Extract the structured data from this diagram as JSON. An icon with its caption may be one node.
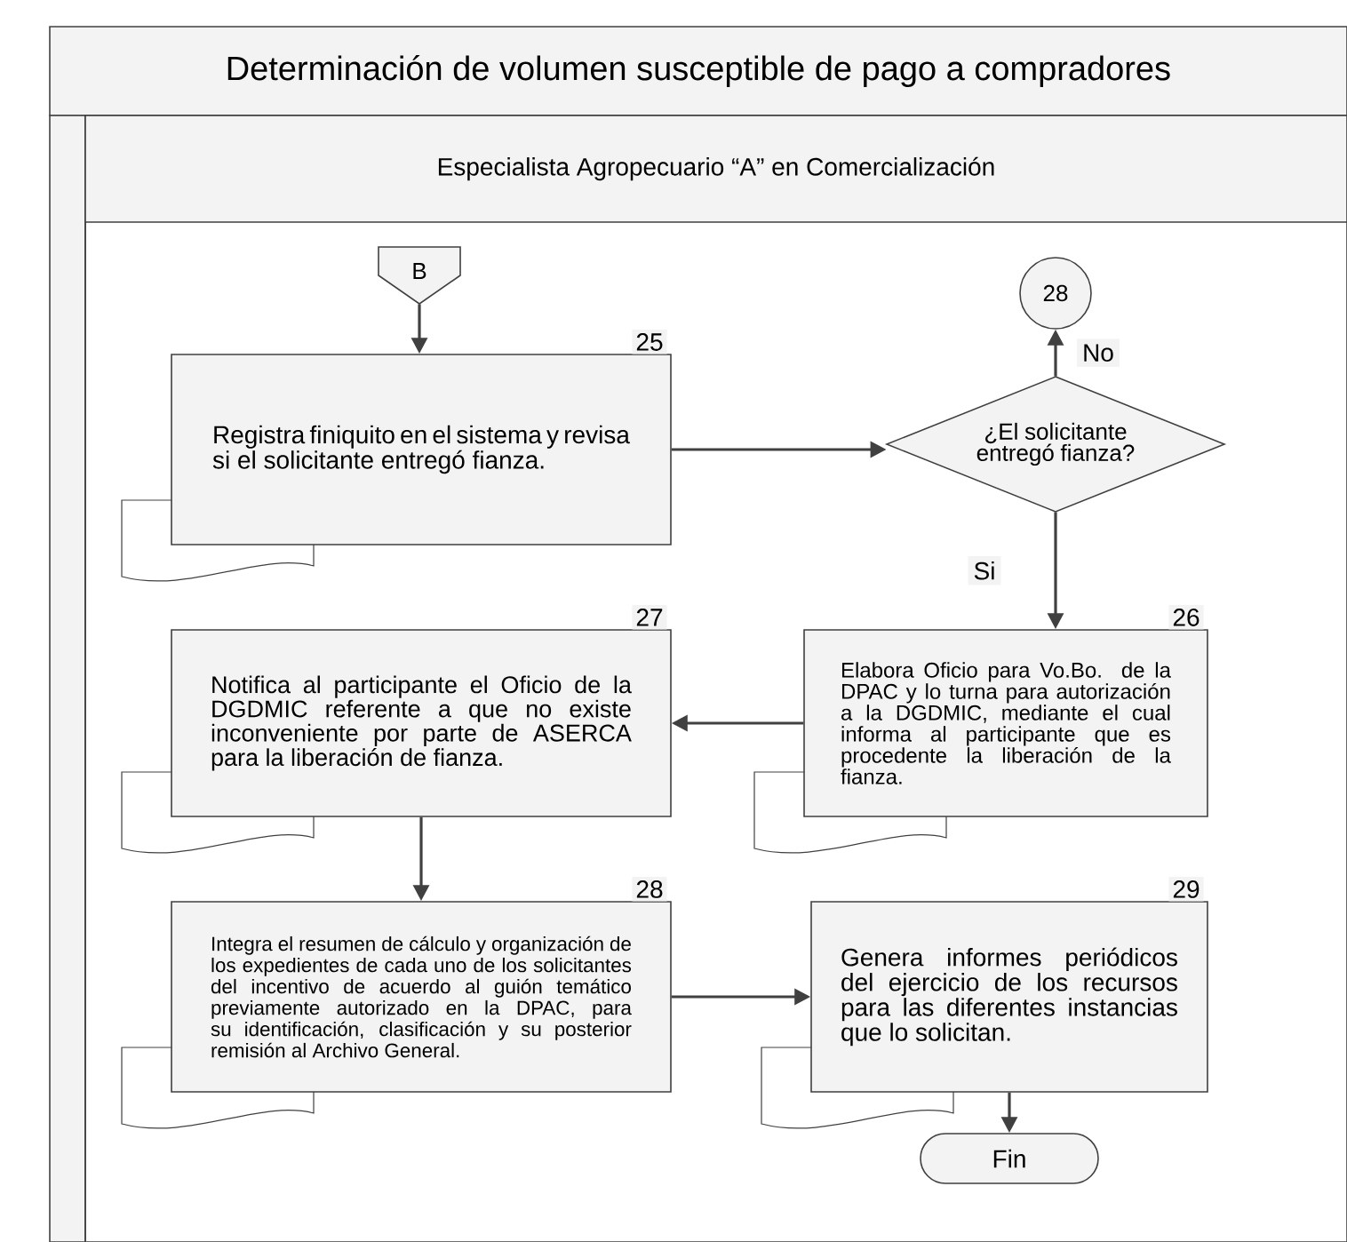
{
  "diagram": {
    "title": "Determinación de volumen susceptible de pago a compradores",
    "nodes": [
      {
        "text": [
          "Especialista Agropecuario “A” en Comercialización"
        ]
      },
      {
        "text": [
          "B"
        ],
        "in": 0
      },
      {
        "text": [
          "Registra finiquito en el sistema y revisa si el solicitante entregó fianza."
        ],
        "beside": [
          "25"
        ],
        "in": 0
      },
      {
        "text": [
          "¿El solicitante entregó fianza?"
        ],
        "in": 0
      },
      {
        "text": [
          "28"
        ],
        "in": 0
      },
      {
        "text": [
          "Elabora Oficio para Vo.Bo. de la DPAC y lo turna para autorización a la DGDMIC, mediante el cual informa al participante que es procedente la liberación de la fianza."
        ],
        "beside": [
          "26"
        ],
        "in": 0
      },
      {
        "text": [
          "Notifica al participante el Oficio de la DGDMIC referente a que no existe inconveniente por parte de ASERCA para la liberación de fianza."
        ],
        "beside": [
          "27"
        ],
        "in": 0
      },
      {
        "text": [
          "Integra el resumen de cálculo y organización de los expedientes de cada uno de los solicitantes del incentivo de acuerdo al guión temático previamente autorizado en la DPAC, para su identificación, clasificación y su posterior remisión al Archivo General."
        ],
        "beside": [
          "28"
        ],
        "in": 0
      },
      {
        "text": [
          "Genera informes periódicos del ejercicio de los recursos para las diferentes instancias que lo solicitan."
        ],
        "beside": [
          "29"
        ],
        "in": 0
      },
      {
        "text": [
          "Fin"
        ],
        "in": 0
      }
    ],
    "edges": [
      {
        "from": 1,
        "to": 2,
        "arrow": "to"
      },
      {
        "from": 2,
        "to": 3,
        "arrow": "to"
      },
      {
        "from": 3,
        "to": 4,
        "arrow": "to",
        "label": "No"
      },
      {
        "from": 3,
        "to": 5,
        "arrow": "to",
        "label": "Si"
      },
      {
        "from": 5,
        "to": 6,
        "arrow": "to"
      },
      {
        "from": 6,
        "to": 7,
        "arrow": "to"
      },
      {
        "from": 7,
        "to": 8,
        "arrow": "to"
      },
      {
        "from": 8,
        "to": 9,
        "arrow": "to"
      }
    ]
  }
}
